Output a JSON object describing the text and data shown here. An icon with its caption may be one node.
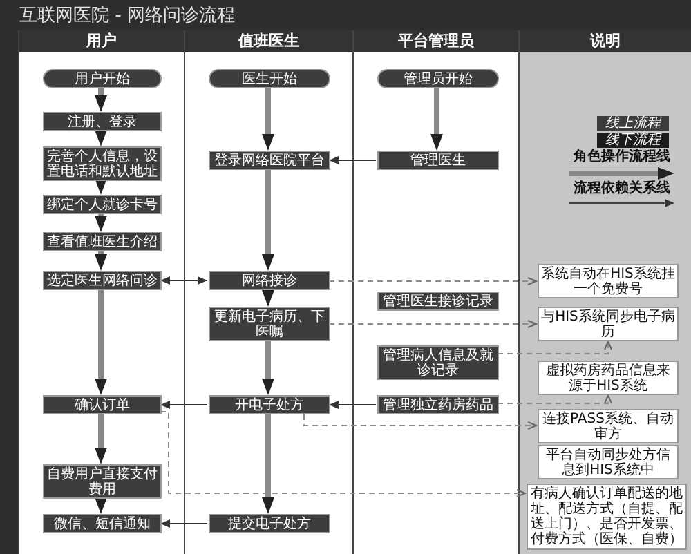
{
  "diagram": {
    "title": "互联网医院 - 网络问诊流程",
    "nodes": [
      {
        "text": [
          "用户"
        ]
      },
      {
        "text": [
          "用户开始"
        ],
        "in": 0
      },
      {
        "text": [
          "注册、登录"
        ],
        "in": 0
      },
      {
        "text": [
          "完善个人信息，设置电话和默认地址"
        ],
        "in": 0
      },
      {
        "text": [
          "绑定个人就诊卡号"
        ],
        "in": 0
      },
      {
        "text": [
          "查看值班医生介绍"
        ],
        "in": 0
      },
      {
        "text": [
          "选定医生网络问诊"
        ],
        "in": 0
      },
      {
        "text": [
          "确认订单"
        ],
        "in": 0
      },
      {
        "text": [
          "自费用户直接支付费用"
        ],
        "in": 0
      },
      {
        "text": [
          "微信、短信通知"
        ],
        "in": 0
      },
      {
        "text": [
          "值班医生"
        ]
      },
      {
        "text": [
          "医生开始"
        ],
        "in": 10
      },
      {
        "text": [
          "登录网络医院平台"
        ],
        "in": 10
      },
      {
        "text": [
          "网络接诊"
        ],
        "in": 10
      },
      {
        "text": [
          "更新电子病历、下医嘱"
        ],
        "in": 10
      },
      {
        "text": [
          "开电子处方"
        ],
        "in": 10
      },
      {
        "text": [
          "提交电子处方"
        ],
        "in": 10
      },
      {
        "text": [
          "平台管理员"
        ]
      },
      {
        "text": [
          "管理员开始"
        ],
        "in": 17
      },
      {
        "text": [
          "管理医生"
        ],
        "in": 17
      },
      {
        "text": [
          "管理医生接诊记录"
        ],
        "in": 17
      },
      {
        "text": [
          "管理病人信息及就诊记录"
        ],
        "in": 17
      },
      {
        "text": [
          "管理独立药房药品"
        ],
        "in": 17
      },
      {
        "text": [
          "说明"
        ]
      },
      {
        "text": [
          "系统自动在HIS系统挂一个免费号"
        ],
        "in": 23
      },
      {
        "text": [
          "与HIS系统同步电子病历"
        ],
        "in": 23
      },
      {
        "text": [
          "虚拟药房药品信息来源于HIS系统"
        ],
        "in": 23
      },
      {
        "text": [
          "连接PASS系统、自动审方"
        ],
        "in": 23
      },
      {
        "text": [
          "平台自动同步处方信息到HIS系统中"
        ],
        "in": 23
      },
      {
        "text": [
          "有病人确认订单配送的地址、配送方式（自提、配送上门）、是否开发票、付费方式（医保、自费）"
        ],
        "in": 23
      }
    ],
    "edges": [
      {
        "from": 1,
        "to": 2,
        "arrow": "to"
      },
      {
        "from": 2,
        "to": 3,
        "arrow": "to"
      },
      {
        "from": 3,
        "to": 4,
        "arrow": "to"
      },
      {
        "from": 4,
        "to": 5,
        "arrow": "to"
      },
      {
        "from": 5,
        "to": 6,
        "arrow": "to"
      },
      {
        "from": 6,
        "to": 7,
        "arrow": "to"
      },
      {
        "from": 7,
        "to": 8,
        "arrow": "to"
      },
      {
        "from": 8,
        "to": 9,
        "arrow": "to"
      },
      {
        "from": 11,
        "to": 12,
        "arrow": "to"
      },
      {
        "from": 12,
        "to": 13,
        "arrow": "to"
      },
      {
        "from": 13,
        "to": 14,
        "arrow": "to"
      },
      {
        "from": 14,
        "to": 15,
        "arrow": "to"
      },
      {
        "from": 15,
        "to": 16,
        "arrow": "to"
      },
      {
        "from": 18,
        "to": 19,
        "arrow": "to"
      },
      {
        "from": 19,
        "to": 12,
        "arrow": "to",
        "color": "#333333"
      },
      {
        "from": 6,
        "to": 13,
        "arrow": "both",
        "color": "#333333"
      },
      {
        "from": 15,
        "to": 7,
        "arrow": "to",
        "color": "#333333"
      },
      {
        "from": 22,
        "to": 15,
        "arrow": "to",
        "color": "#333333"
      },
      {
        "from": 16,
        "to": 9,
        "arrow": "to",
        "color": "#333333"
      },
      {
        "from": 13,
        "to": 24,
        "arrow": "to",
        "style": "dashed"
      },
      {
        "from": 14,
        "to": 25,
        "arrow": "to",
        "style": "dashed"
      },
      {
        "from": 21,
        "to": 25,
        "arrow": "to",
        "style": "dashed"
      },
      {
        "from": 22,
        "to": 26,
        "arrow": "to",
        "style": "dashed"
      },
      {
        "from": 15,
        "to": 27,
        "arrow": "to",
        "style": "dashed"
      },
      {
        "from": 7,
        "to": 29,
        "arrow": "to",
        "style": "dashed"
      }
    ],
    "legend": [
      {
        "text": "线上流程",
        "color": "#3c3c3c"
      },
      {
        "text": "线下流程",
        "color": "#1c1c1c"
      },
      {
        "text": "角色操作流程线"
      },
      {
        "text": "流程依赖关系线"
      }
    ]
  }
}
